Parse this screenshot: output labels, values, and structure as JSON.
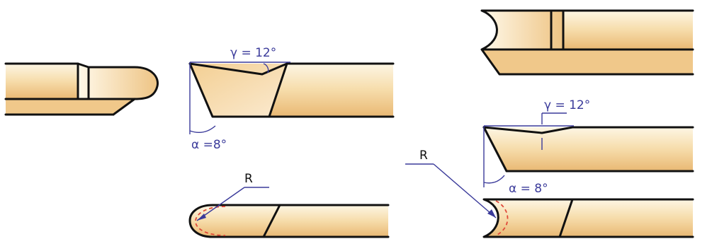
{
  "figure": {
    "labels": {
      "gamma_top_left": "γ = 12°",
      "alpha_left": "α =8°",
      "radius_left": "R",
      "gamma_right": "γ = 12°",
      "alpha_right": "α = 8°",
      "radius_right": "R"
    },
    "colors": {
      "tool_light": "#fdf3dc",
      "tool_mid": "#f5d7a0",
      "tool_dark": "#e8b46a",
      "outline": "#111111",
      "dimension": "#3a3a9a",
      "radius_dash": "#e04a3a"
    }
  }
}
